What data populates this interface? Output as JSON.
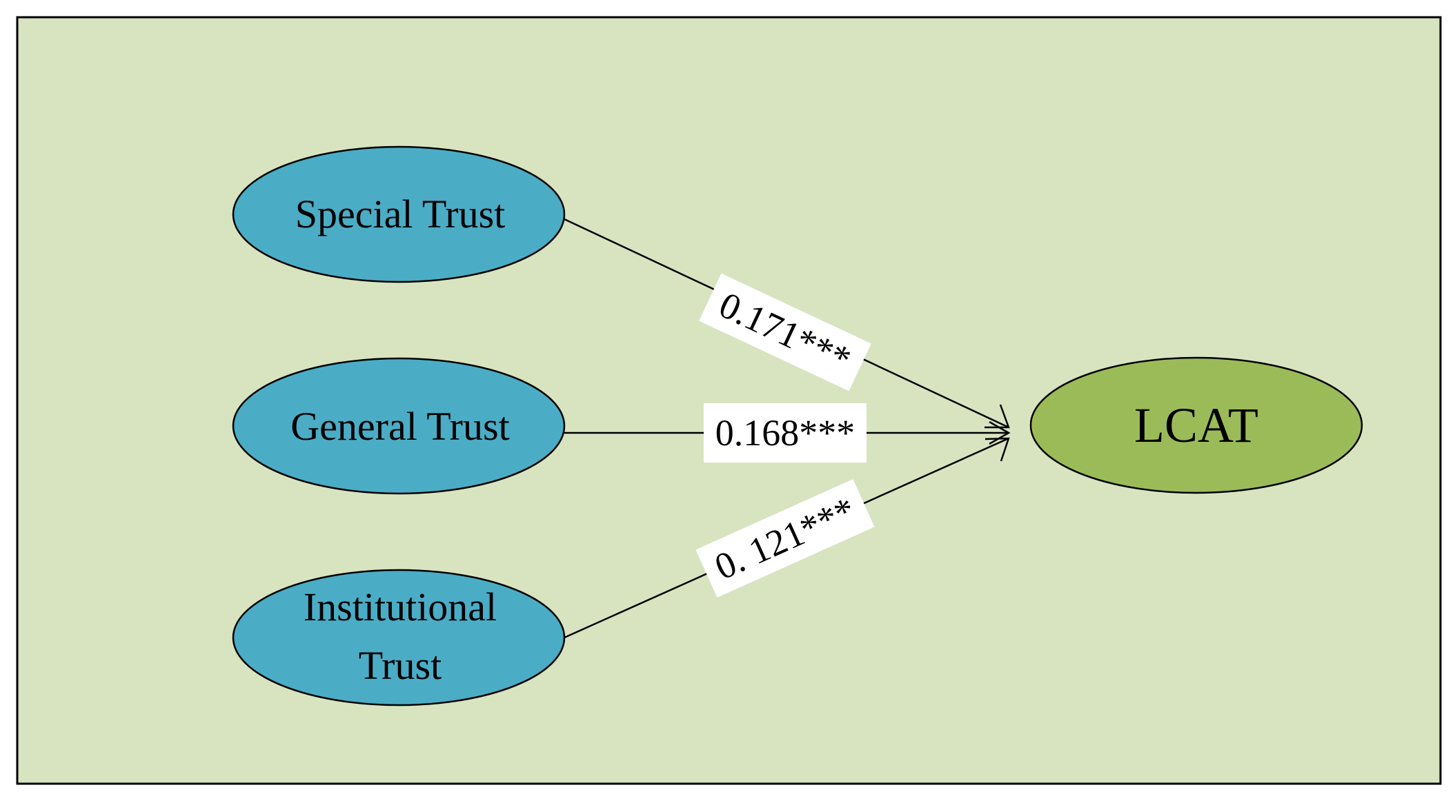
{
  "colors": {
    "panel_fill": "#d8e4c0",
    "panel_stroke": "#000000",
    "predictor_fill": "#4bacc6",
    "outcome_fill": "#9bbb59",
    "edge_color": "#000000",
    "label_bg": "#ffffff"
  },
  "nodes": {
    "special_trust": {
      "line1": "Special Trust"
    },
    "general_trust": {
      "line1": "General Trust"
    },
    "institutional_trust": {
      "line1": "Institutional",
      "line2": "Trust"
    },
    "lcat": {
      "line1": "LCAT"
    }
  },
  "edges": {
    "special_to_lcat": {
      "label": "0.171***"
    },
    "general_to_lcat": {
      "label": "0.168***"
    },
    "institutional_to_lcat": {
      "label": "0. 121***"
    }
  }
}
